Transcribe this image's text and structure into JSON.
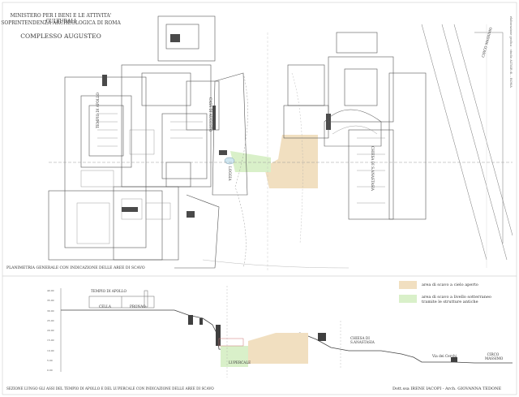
{
  "header": {
    "line1": "MINISTERO PER I BENI E LE ATTIVITA' CULTURALI",
    "line2": "SOPRINTENDENZA ARCHEOLOGICA DI ROMA",
    "title": "COMPLESSO AUGUSTEO"
  },
  "plan": {
    "caption": "PLANIMETRIA GENERALE CON INDICAZIONE DELLE AREE DI SCAVO",
    "labels": {
      "tempio_apollo": "TEMPIO DI APOLLO",
      "casa_augusto": "CASA DI AUGUSTO",
      "circo_massimo": "CIRCO MASSIMO",
      "chiesa": "CHIESA DI S.ANASTASIA",
      "loggia": "LOGGIA"
    }
  },
  "section": {
    "caption": "SEZIONE LUNGO GLI ASSI DEL TEMPIO DI APOLLO E DEL LUPERCALE CON INDICAZIONE DELLE AREE DI SCAVO",
    "labels": {
      "tempio_apollo": "TEMPIO DI APOLLO",
      "cella": "CELLA",
      "pronao": "PRONAO",
      "lupercale": "LUPERCALE",
      "chiesa": "CHIESA DI S.ANASTASIA",
      "via_cerchi": "Via dei Cerchi",
      "circo_massimo": "CIRCO MASSIMO"
    },
    "y_scale": [
      "40.00",
      "35.00",
      "30.00",
      "25.00",
      "20.00",
      "15.00",
      "10.00",
      "5.00",
      "0.00"
    ]
  },
  "legend": {
    "open_air": "area di scavo a cielo aperto",
    "underground_1": "area di scavo a livello sotterraneo",
    "underground_2": "tramite le strutture antiche",
    "colors": {
      "open_air": "#f1dfc0",
      "underground": "#d9f0c9"
    }
  },
  "credits": "Dott.ssa  IRENE IACOPI  -  Arch. GIOVANNA TEDONE",
  "side_note": "elaborazione grafica : studio ALTAIR di... ROMA"
}
